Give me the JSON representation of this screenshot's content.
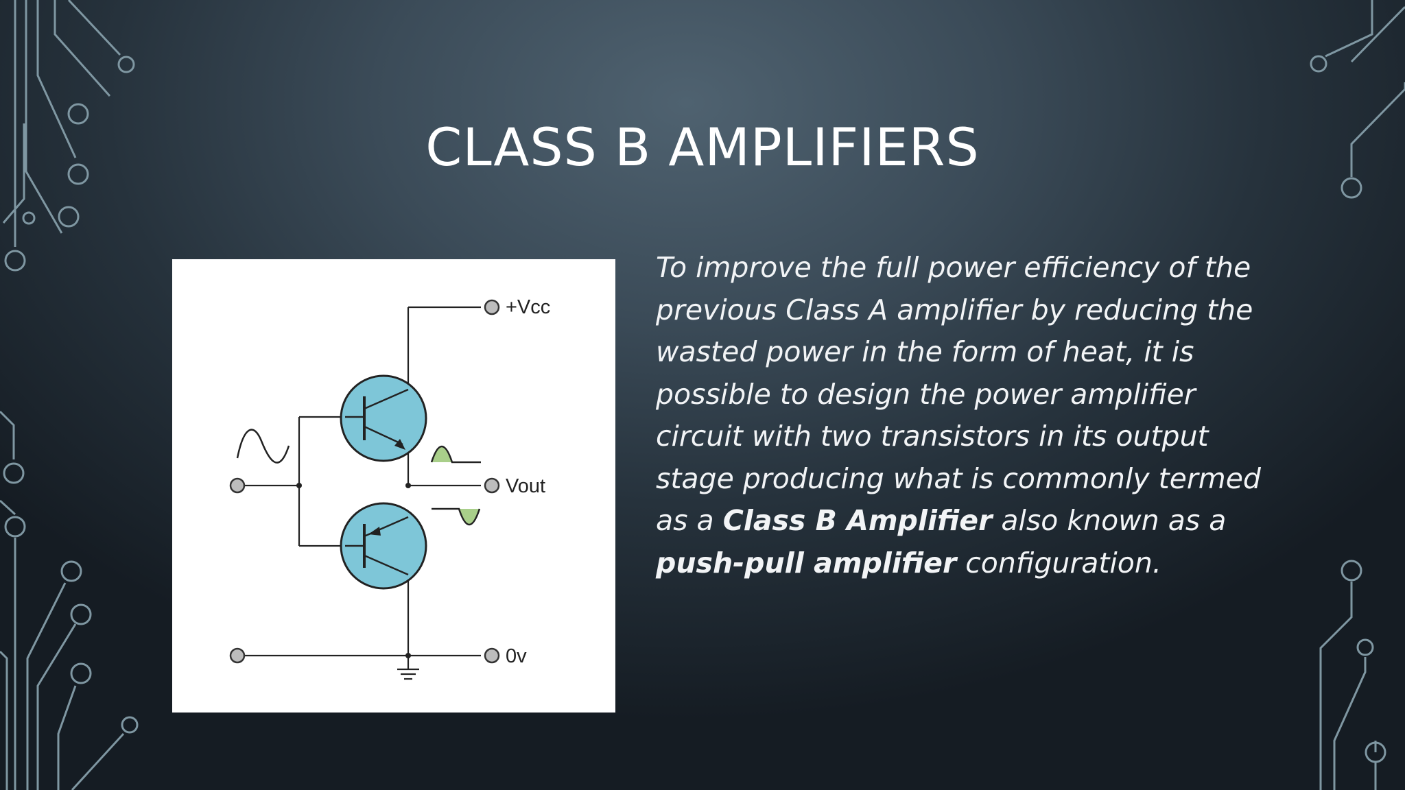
{
  "slide": {
    "title": "CLASS B AMPLIFIERS",
    "body": {
      "intro": "To improve the full power efficiency of the previous Class A amplifier by reducing the wasted power in the form of heat, it is possible to design the power amplifier circuit with two transistors in its output stage producing what is commonly termed as a ",
      "term1": "Class B Amplifier",
      "mid": " also known as a ",
      "term2": "push-pull amplifier",
      "end": " configuration."
    }
  },
  "diagram": {
    "labels": {
      "vcc": "+Vcc",
      "vout": "Vout",
      "ground": "0v"
    }
  },
  "colors": {
    "transistor_fill": "#7ec6d8",
    "waveform_fill": "#a9cf8a",
    "decoration_line": "#7f97a2",
    "title_text": "#ffffff"
  }
}
